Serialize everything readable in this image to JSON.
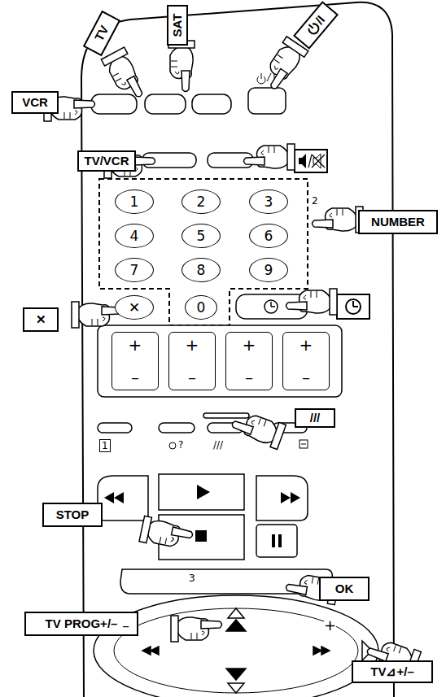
{
  "diagram": {
    "nodes": [
      {
        "text": [
          "VCR"
        ]
      },
      {
        "text": [
          "TV"
        ]
      },
      {
        "text": [
          "SAT"
        ]
      },
      {
        "text": [
          "/I"
        ]
      },
      {
        "text": [
          "TV/VCR"
        ]
      },
      {
        "text": [
          "NUMBER"
        ]
      },
      {
        "text": [
          "✕"
        ]
      },
      {
        "text": [
          "///"
        ]
      },
      {
        "text": [
          "STOP"
        ]
      },
      {
        "text": [
          "OK"
        ]
      },
      {
        "text": [
          "TV PROG+/–"
        ]
      },
      {
        "text": [
          "TV⊿+/–"
        ]
      },
      {
        "text": [
          "1"
        ]
      },
      {
        "text": [
          "2"
        ]
      },
      {
        "text": [
          "3"
        ]
      },
      {
        "text": [
          "4"
        ]
      },
      {
        "text": [
          "5"
        ]
      },
      {
        "text": [
          "6"
        ]
      },
      {
        "text": [
          "7"
        ]
      },
      {
        "text": [
          "8"
        ]
      },
      {
        "text": [
          "9"
        ]
      },
      {
        "text": [
          "0"
        ]
      },
      {
        "text": [
          "✕"
        ]
      },
      {
        "text": [
          "+",
          "–"
        ]
      },
      {
        "text": [
          "+",
          "–"
        ]
      },
      {
        "text": [
          "+",
          "–"
        ]
      },
      {
        "text": [
          "+",
          "–"
        ]
      }
    ],
    "labels": [
      "2",
      "1",
      "?",
      "///",
      "3",
      "–",
      "+"
    ]
  }
}
